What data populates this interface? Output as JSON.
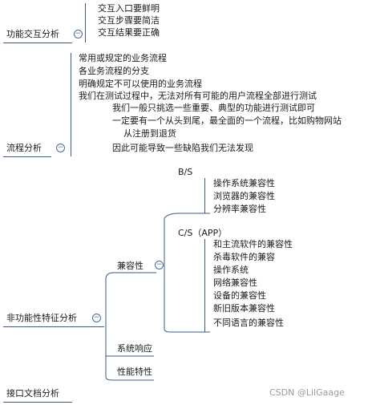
{
  "nodes": {
    "func": "功能交互分析",
    "flow": "流程分析",
    "nonfunc": "非功能性特征分析",
    "compat": "兼容性",
    "response": "系统响应",
    "perf": "性能特性",
    "api": "接口文档分析"
  },
  "func_items": [
    "交互入口要鲜明",
    "交互步骤要简洁",
    "交互结果要正确"
  ],
  "flow_items": [
    "常用或规定的业务流程",
    "各业务流程的分支",
    "明确规定不可以使用的业务流程",
    "我们在测试过程中，无法对所有可能的用户流程全部进行测试",
    "我们一般只挑选一些重要、典型的功能进行测试即可",
    "一定要有一个从头到尾，最全面的一个流程，比如购物网站",
    "从注册到退货",
    "因此可能导致一些缺陷我们无法发现"
  ],
  "bs_label": "B/S",
  "bs_items": [
    "操作系统兼容性",
    "浏览器的兼容性",
    "分辨率兼容性"
  ],
  "cs_label": "C/S（APP）",
  "cs_items": [
    "和主流软件的兼容性",
    "杀毒软件的兼容",
    "操作系统",
    "网络兼容性",
    "设备的兼容性",
    "新旧版本兼容性",
    "不同语言的兼容性"
  ],
  "collapse_symbol": "−",
  "watermark": "CSDN @LilGaage"
}
